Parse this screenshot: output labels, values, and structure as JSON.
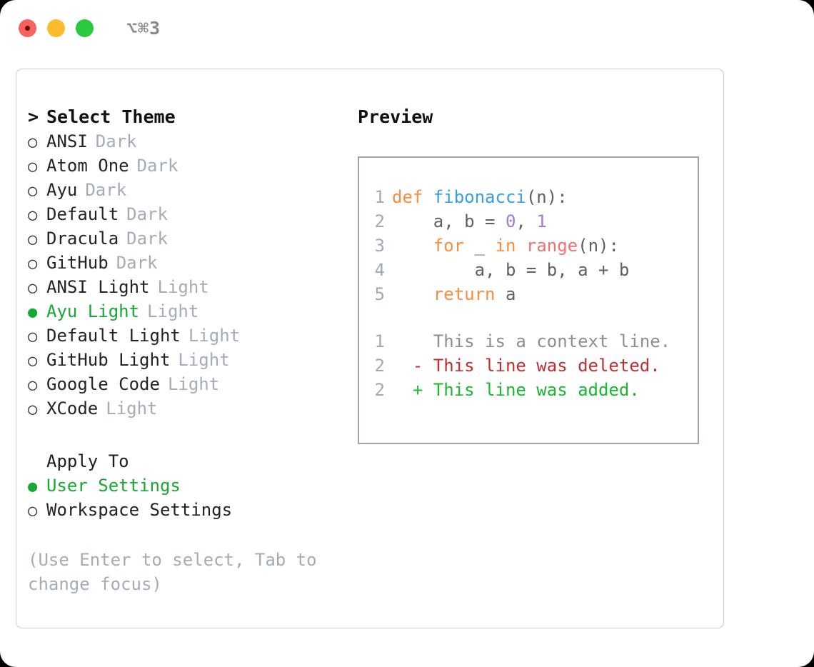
{
  "titlebar": {
    "shortcut": "⌥⌘3",
    "buttons": [
      {
        "name": "close",
        "color": "#f9615c"
      },
      {
        "name": "minimize",
        "color": "#fcbc2e"
      },
      {
        "name": "maximize",
        "color": "#2bc93f"
      }
    ]
  },
  "theme_picker": {
    "header_caret": ">",
    "header": "Select Theme",
    "marker_selected": "●",
    "marker_unselected": "○",
    "items": [
      {
        "label": "ANSI",
        "tag": "Dark",
        "selected": false
      },
      {
        "label": "Atom One",
        "tag": "Dark",
        "selected": false
      },
      {
        "label": "Ayu",
        "tag": "Dark",
        "selected": false
      },
      {
        "label": "Default",
        "tag": "Dark",
        "selected": false
      },
      {
        "label": "Dracula",
        "tag": "Dark",
        "selected": false
      },
      {
        "label": "GitHub",
        "tag": "Dark",
        "selected": false
      },
      {
        "label": "ANSI Light",
        "tag": "Light",
        "selected": false
      },
      {
        "label": "Ayu Light",
        "tag": "Light",
        "selected": true
      },
      {
        "label": "Default Light",
        "tag": "Light",
        "selected": false
      },
      {
        "label": "GitHub Light",
        "tag": "Light",
        "selected": false
      },
      {
        "label": "Google Code",
        "tag": "Light",
        "selected": false
      },
      {
        "label": "XCode",
        "tag": "Light",
        "selected": false
      }
    ]
  },
  "apply_to": {
    "title": "Apply To",
    "items": [
      {
        "label": "User Settings",
        "selected": true
      },
      {
        "label": "Workspace Settings",
        "selected": false
      }
    ]
  },
  "hint": "(Use Enter to select, Tab to change focus)",
  "preview": {
    "title": "Preview",
    "code_lines": [
      {
        "no": "1",
        "tokens": [
          {
            "t": "def ",
            "c": "kw"
          },
          {
            "t": "fibonacci",
            "c": "fn"
          },
          {
            "t": "(n):",
            "c": "pl"
          }
        ]
      },
      {
        "no": "2",
        "tokens": [
          {
            "t": "    a, b = ",
            "c": "pl"
          },
          {
            "t": "0",
            "c": "num"
          },
          {
            "t": ", ",
            "c": "pl"
          },
          {
            "t": "1",
            "c": "num"
          }
        ]
      },
      {
        "no": "3",
        "tokens": [
          {
            "t": "    ",
            "c": "pl"
          },
          {
            "t": "for",
            "c": "kw"
          },
          {
            "t": " _ ",
            "c": "pl"
          },
          {
            "t": "in",
            "c": "kw"
          },
          {
            "t": " ",
            "c": "pl"
          },
          {
            "t": "range",
            "c": "bi"
          },
          {
            "t": "(n):",
            "c": "pl"
          }
        ]
      },
      {
        "no": "4",
        "tokens": [
          {
            "t": "        a, b = b, a + b",
            "c": "pl"
          }
        ]
      },
      {
        "no": "5",
        "tokens": [
          {
            "t": "    ",
            "c": "pl"
          },
          {
            "t": "return",
            "c": "kw"
          },
          {
            "t": " a",
            "c": "pl"
          }
        ]
      }
    ],
    "diff_lines": [
      {
        "no": "1",
        "sign": " ",
        "text": "This is a context line.",
        "kind": "ctx"
      },
      {
        "no": "2",
        "sign": "-",
        "text": "This line was deleted.",
        "kind": "del"
      },
      {
        "no": "2",
        "sign": "+",
        "text": "This line was added.",
        "kind": "add"
      }
    ]
  },
  "colors": {
    "accent_green": "#16a831",
    "keyword": "#fa8d3e",
    "function": "#399ee6",
    "number": "#a37acc",
    "builtin": "#f07171",
    "plain": "#5c6166",
    "muted": "#a3acb8",
    "diff_add": "#18b832",
    "diff_del": "#c22e2e"
  }
}
